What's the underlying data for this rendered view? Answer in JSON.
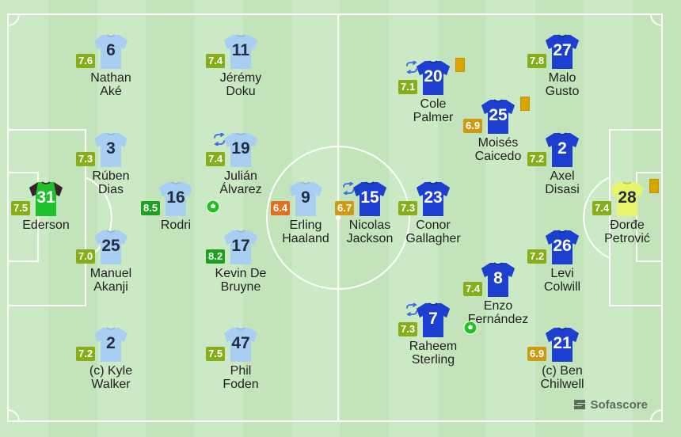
{
  "colors": {
    "pitch_light": "#cce9c5",
    "pitch_dark": "#c3e4bb",
    "lines": "#ffffff",
    "home_shirt": "#a8cff2",
    "away_shirt": "#1d3fd0",
    "home_gk_shirt": "#1fc12a",
    "home_gk_sleeve": "#3b1f2b",
    "away_gk_shirt": "#e8f56a",
    "rating_green": "#1ea11e",
    "rating_lime": "#86ad1a",
    "rating_yellow": "#cc9a14",
    "rating_orange": "#e07020",
    "card_yellow": "#d9a400",
    "goal_ball": "#1ec31e",
    "sub_icon": "#3d6de8"
  },
  "brand": {
    "label": "Sofascore",
    "icon": "sofascore-logo-icon"
  },
  "home": {
    "players": [
      {
        "num": "31",
        "name": "Ederson",
        "rating": "7.5",
        "rcolor": "lime",
        "gk": true
      },
      {
        "num": "6",
        "name": "Nathan\nAké",
        "rating": "7.6",
        "rcolor": "lime"
      },
      {
        "num": "3",
        "name": "Rúben\nDias",
        "rating": "7.3",
        "rcolor": "lime"
      },
      {
        "num": "25",
        "name": "Manuel\nAkanji",
        "rating": "7.0",
        "rcolor": "lime"
      },
      {
        "num": "2",
        "name": "(c) Kyle\nWalker",
        "rating": "7.2",
        "rcolor": "lime"
      },
      {
        "num": "16",
        "name": "Rodri",
        "rating": "8.5",
        "rcolor": "green",
        "goal": true
      },
      {
        "num": "11",
        "name": "Jérémy\nDoku",
        "rating": "7.4",
        "rcolor": "lime"
      },
      {
        "num": "19",
        "name": "Julián\nÁlvarez",
        "rating": "7.4",
        "rcolor": "lime",
        "sub": true
      },
      {
        "num": "17",
        "name": "Kevin De\nBruyne",
        "rating": "8.2",
        "rcolor": "green"
      },
      {
        "num": "47",
        "name": "Phil\nFoden",
        "rating": "7.5",
        "rcolor": "lime"
      },
      {
        "num": "9",
        "name": "Erling\nHaaland",
        "rating": "6.4",
        "rcolor": "orange"
      }
    ]
  },
  "away": {
    "players": [
      {
        "num": "28",
        "name": "Đorđe\nPetrović",
        "rating": "7.4",
        "rcolor": "lime",
        "gk": true,
        "card": true
      },
      {
        "num": "27",
        "name": "Malo\nGusto",
        "rating": "7.8",
        "rcolor": "lime"
      },
      {
        "num": "2",
        "name": "Axel\nDisasi",
        "rating": "7.2",
        "rcolor": "lime"
      },
      {
        "num": "26",
        "name": "Levi\nColwill",
        "rating": "7.2",
        "rcolor": "lime"
      },
      {
        "num": "21",
        "name": "(c) Ben\nChilwell",
        "rating": "6.9",
        "rcolor": "yellow"
      },
      {
        "num": "25",
        "name": "Moisés\nCaicedo",
        "rating": "6.9",
        "rcolor": "yellow",
        "card": true
      },
      {
        "num": "8",
        "name": "Enzo\nFernández",
        "rating": "7.4",
        "rcolor": "lime"
      },
      {
        "num": "20",
        "name": "Cole\nPalmer",
        "rating": "7.1",
        "rcolor": "lime",
        "sub": true,
        "card": true
      },
      {
        "num": "23",
        "name": "Conor\nGallagher",
        "rating": "7.3",
        "rcolor": "lime"
      },
      {
        "num": "7",
        "name": "Raheem\nSterling",
        "rating": "7.3",
        "rcolor": "lime",
        "sub": true,
        "goal": true
      },
      {
        "num": "15",
        "name": "Nicolas\nJackson",
        "rating": "6.7",
        "rcolor": "yellow",
        "sub": true
      }
    ]
  }
}
